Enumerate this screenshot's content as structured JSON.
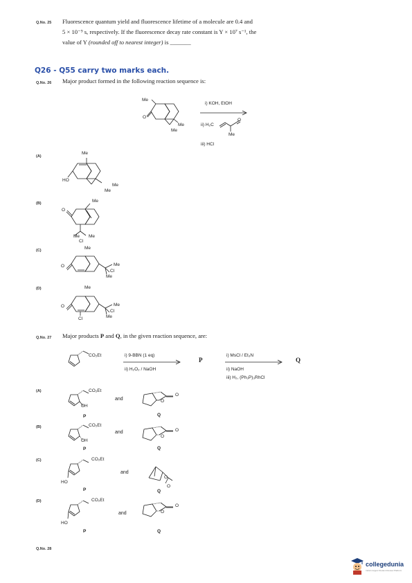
{
  "q25": {
    "number": "Q.No. 25",
    "line1": "Fluorescence quantum yield and fluorescence lifetime of a molecule are 0.4 and",
    "line2": "5 × 10⁻⁹ s, respectively. If the fluorescence decay rate constant is Y × 10⁷ s⁻¹, the",
    "line3_pre": "value of Y ",
    "line3_em": "(rounded off to nearest integer)",
    "line3_post": " is _______"
  },
  "section_header": "Q26 - Q55 carry two marks each.",
  "q26": {
    "number": "Q.No. 26",
    "text": "Major product formed in the following reaction sequence is:",
    "reagents": [
      "i) KOH, EtOH",
      "ii) H₂C",
      "iii) HCl"
    ],
    "substrate_labels": [
      "Me",
      "O",
      "Me",
      "Me"
    ],
    "vinyl_ketone_me": "Me",
    "options": [
      {
        "letter": "(A)",
        "labels": [
          "Me",
          "HO",
          "Me",
          "Me"
        ]
      },
      {
        "letter": "(B)",
        "labels": [
          "Me",
          "Me",
          "Me",
          "Cl"
        ]
      },
      {
        "letter": "(C)",
        "labels": [
          "Me",
          "Me",
          "Cl",
          "Me"
        ]
      },
      {
        "letter": "(D)",
        "labels": [
          "Me",
          "Me",
          "Cl",
          "Me",
          "Cl"
        ]
      }
    ]
  },
  "q27": {
    "number": "Q.No. 27",
    "text_pre": "Major products ",
    "p": "P",
    "text_mid": " and ",
    "q": "Q",
    "text_post": ", in the given reaction sequence, are:",
    "substituent": "CO₂Et",
    "reagents_step1": [
      "i) 9-BBN (1 eq)",
      "ii) H₂O₂ / NaOH"
    ],
    "reagents_step2": [
      "i) MsCl / Et₃N",
      "ii) NaOH",
      "iii) H₂, (Ph₃P)₃RhCl"
    ],
    "options": [
      {
        "letter": "(A)",
        "group": "CO₂Et",
        "hydroxyl": "OH",
        "and": "and",
        "p": "P",
        "q": "Q"
      },
      {
        "letter": "(B)",
        "group": "CO₂Et",
        "hydroxyl": "OH",
        "and": "and",
        "p": "P",
        "q": "Q"
      },
      {
        "letter": "(C)",
        "group": "CO₂Et",
        "hydroxyl": "HO",
        "and": "and",
        "p": "P",
        "q": "Q"
      },
      {
        "letter": "(D)",
        "group": "CO₂Et",
        "hydroxyl": "HO",
        "and": "and",
        "p": "P",
        "q": "Q"
      }
    ]
  },
  "q28": {
    "number": "Q.No. 28"
  },
  "brand": {
    "name": "collegedunia",
    "tagline": "India's largest Student Review Platform",
    "color": "#1c3e7a"
  }
}
